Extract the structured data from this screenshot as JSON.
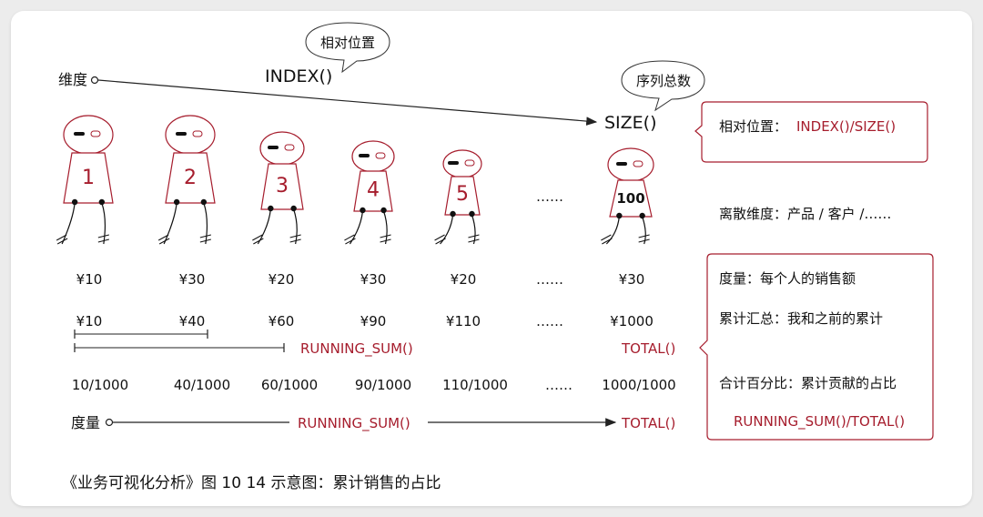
{
  "labels": {
    "dimension": "维度",
    "index_fn": "INDEX()",
    "size_fn": "SIZE()",
    "bubble_index": "相对位置",
    "bubble_size": "序列总数",
    "measure": "度量",
    "running_sum": "RUNNING_SUM()",
    "total": "TOTAL()",
    "dots": "……"
  },
  "people": [
    "1",
    "2",
    "3",
    "4",
    "5",
    "100"
  ],
  "values_row": [
    "¥10",
    "¥30",
    "¥20",
    "¥30",
    "¥20",
    "……",
    "¥30"
  ],
  "cumulative_row": [
    "¥10",
    "¥40",
    "¥60",
    "¥90",
    "¥110",
    "……",
    "¥1000"
  ],
  "fraction_row": [
    "10/1000",
    "40/1000",
    "60/1000",
    "90/1000",
    "110/1000",
    "……",
    "1000/1000"
  ],
  "right_panel": {
    "box1_label": "相对位置：",
    "box1_formula": "INDEX()/SIZE()",
    "discrete": "离散维度：产品 / 客户 /……",
    "measure_line": "度量：每个人的销售额",
    "running_line": "累计汇总：我和之前的累计",
    "percent_line": "合计百分比：累计贡献的占比",
    "percent_formula": "RUNNING_SUM()/TOTAL()"
  },
  "caption": "《业务可视化分析》图 10 14 示意图：累计销售的占比",
  "colors": {
    "accent": "#a61d2d",
    "text": "#111111",
    "line": "#222222"
  }
}
